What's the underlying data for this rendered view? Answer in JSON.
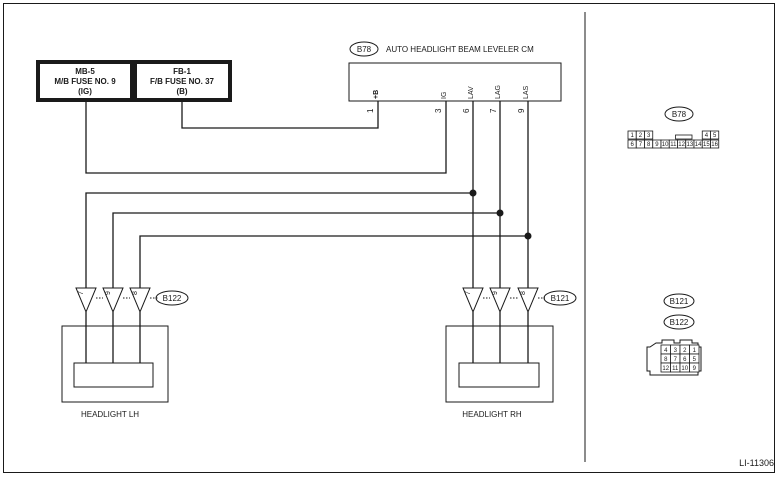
{
  "figure_id": "LI-11306",
  "fuse_mb": {
    "line1": "MB-5",
    "line2": "M/B FUSE NO. 9",
    "line3": "(IG)"
  },
  "fuse_fb": {
    "line1": "FB-1",
    "line2": "F/B FUSE NO. 37",
    "line3": "(B)"
  },
  "control_module": {
    "connector": "B78",
    "title": "AUTO HEADLIGHT BEAM LEVELER CM",
    "pins": [
      {
        "num": "1",
        "label": "+B"
      },
      {
        "num": "3",
        "label": "IG"
      },
      {
        "num": "6",
        "label": "LAV"
      },
      {
        "num": "7",
        "label": "LAG"
      },
      {
        "num": "9",
        "label": "LAS"
      }
    ]
  },
  "headlight_lh": {
    "label": "HEADLIGHT LH",
    "connector": "B122",
    "pins": [
      "7",
      "9",
      "8"
    ]
  },
  "headlight_rh": {
    "label": "HEADLIGHT RH",
    "connector": "B121",
    "pins": [
      "7",
      "9",
      "8"
    ]
  },
  "connector_b78": {
    "label": "B78",
    "row1": [
      "1",
      "2",
      "3",
      "",
      "",
      "",
      "",
      "",
      "",
      "",
      "",
      "",
      "",
      "4",
      "5"
    ],
    "row2": [
      "6",
      "7",
      "8",
      "9",
      "10",
      "11",
      "12",
      "13",
      "14",
      "15",
      "16"
    ]
  },
  "connector_b121_b122": {
    "labels": [
      "B121",
      "B122"
    ],
    "row1": [
      "4",
      "3",
      "2",
      "1"
    ],
    "row2": [
      "8",
      "7",
      "6",
      "5"
    ],
    "row3": [
      "12",
      "11",
      "10",
      "9"
    ]
  }
}
